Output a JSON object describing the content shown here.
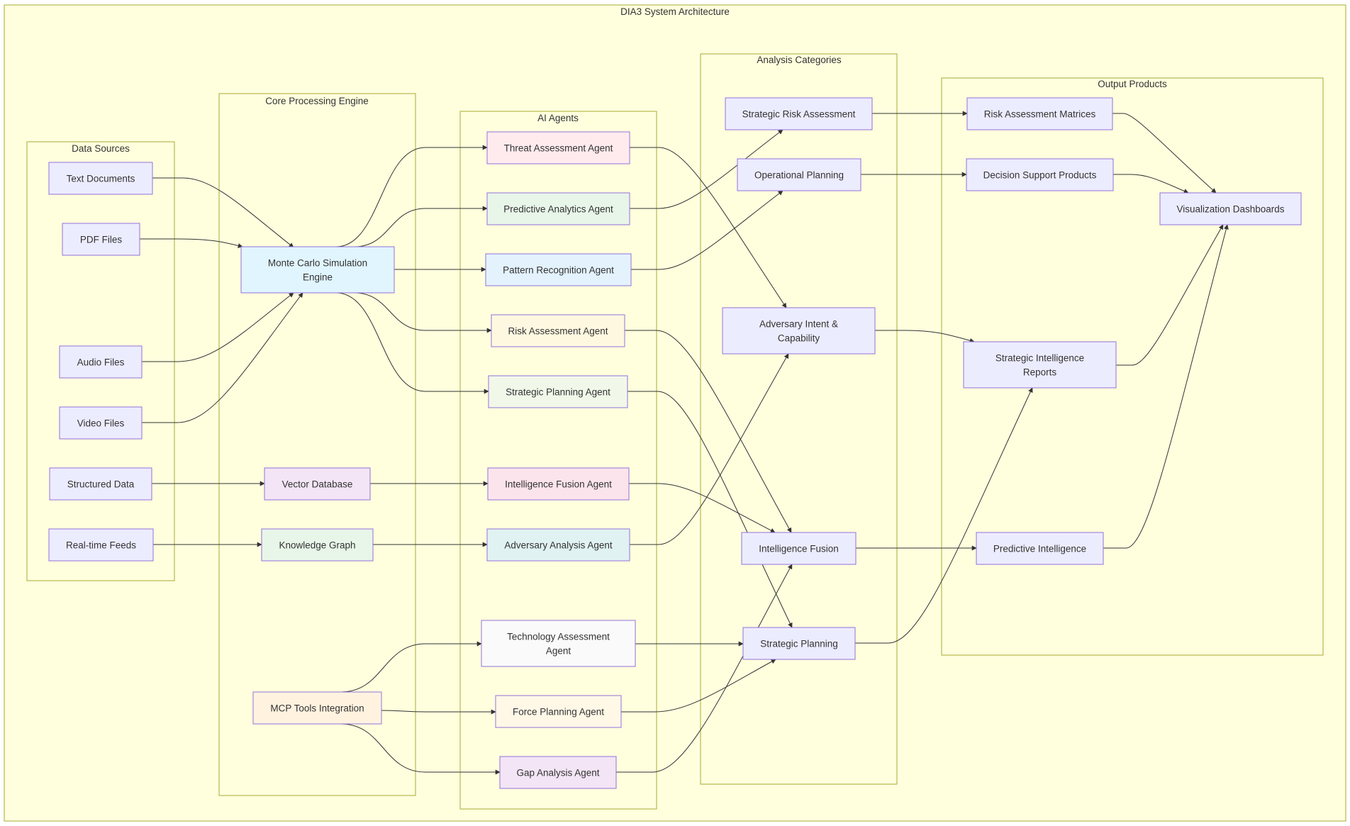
{
  "diagram": {
    "title": "DIA3 System Architecture",
    "clusters": [
      {
        "id": "sources",
        "label": "Data Sources"
      },
      {
        "id": "core",
        "label": "Core Processing Engine"
      },
      {
        "id": "agents",
        "label": "AI Agents"
      },
      {
        "id": "analysis",
        "label": "Analysis Categories"
      },
      {
        "id": "outputs",
        "label": "Output Products"
      }
    ],
    "nodes": [
      {
        "id": "text_docs",
        "lines": [
          "Text Documents"
        ],
        "fill": "#ececff"
      },
      {
        "id": "pdf_files",
        "lines": [
          "PDF Files"
        ],
        "fill": "#ececff"
      },
      {
        "id": "audio_files",
        "lines": [
          "Audio Files"
        ],
        "fill": "#ececff"
      },
      {
        "id": "video_files",
        "lines": [
          "Video Files"
        ],
        "fill": "#ececff"
      },
      {
        "id": "structured_data",
        "lines": [
          "Structured Data"
        ],
        "fill": "#ececff"
      },
      {
        "id": "realtime_feeds",
        "lines": [
          "Real-time Feeds"
        ],
        "fill": "#ececff"
      },
      {
        "id": "monte_carlo",
        "lines": [
          "Monte Carlo Simulation",
          "Engine"
        ],
        "fill": "#e1f5fe"
      },
      {
        "id": "vector_db",
        "lines": [
          "Vector Database"
        ],
        "fill": "#f3e5f5"
      },
      {
        "id": "knowledge_graph",
        "lines": [
          "Knowledge Graph"
        ],
        "fill": "#e8f5e9"
      },
      {
        "id": "mcp_tools",
        "lines": [
          "MCP Tools Integration"
        ],
        "fill": "#fff3e0"
      },
      {
        "id": "threat_agent",
        "lines": [
          "Threat Assessment Agent"
        ],
        "fill": "#ffebee"
      },
      {
        "id": "predictive_agent",
        "lines": [
          "Predictive Analytics Agent"
        ],
        "fill": "#e8f5e9"
      },
      {
        "id": "pattern_agent",
        "lines": [
          "Pattern Recognition Agent"
        ],
        "fill": "#e3f2fd"
      },
      {
        "id": "risk_agent",
        "lines": [
          "Risk Assessment Agent"
        ],
        "fill": "#fff8e1"
      },
      {
        "id": "strategic_agent",
        "lines": [
          "Strategic Planning Agent"
        ],
        "fill": "#f1f8e9"
      },
      {
        "id": "fusion_agent",
        "lines": [
          "Intelligence Fusion Agent"
        ],
        "fill": "#fce4ec"
      },
      {
        "id": "adversary_agent",
        "lines": [
          "Adversary Analysis Agent"
        ],
        "fill": "#e0f2f1"
      },
      {
        "id": "tech_agent",
        "lines": [
          "Technology Assessment",
          "Agent"
        ],
        "fill": "#fafafa"
      },
      {
        "id": "force_agent",
        "lines": [
          "Force Planning Agent"
        ],
        "fill": "#fff8e7"
      },
      {
        "id": "gap_agent",
        "lines": [
          "Gap Analysis Agent"
        ],
        "fill": "#f3e5f5"
      },
      {
        "id": "strat_risk",
        "lines": [
          "Strategic Risk Assessment"
        ],
        "fill": "#ececff"
      },
      {
        "id": "op_planning",
        "lines": [
          "Operational Planning"
        ],
        "fill": "#ececff"
      },
      {
        "id": "adv_intent",
        "lines": [
          "Adversary Intent &",
          "Capability"
        ],
        "fill": "#ececff"
      },
      {
        "id": "intel_fusion",
        "lines": [
          "Intelligence Fusion"
        ],
        "fill": "#ececff"
      },
      {
        "id": "strat_planning",
        "lines": [
          "Strategic Planning"
        ],
        "fill": "#ececff"
      },
      {
        "id": "risk_matrices",
        "lines": [
          "Risk Assessment Matrices"
        ],
        "fill": "#ececff"
      },
      {
        "id": "decision_support",
        "lines": [
          "Decision Support Products"
        ],
        "fill": "#ececff"
      },
      {
        "id": "strat_reports",
        "lines": [
          "Strategic Intelligence",
          "Reports"
        ],
        "fill": "#ececff"
      },
      {
        "id": "predictive_intel",
        "lines": [
          "Predictive Intelligence"
        ],
        "fill": "#ececff"
      },
      {
        "id": "viz_dashboards",
        "lines": [
          "Visualization Dashboards"
        ],
        "fill": "#ececff"
      }
    ],
    "edges": [
      {
        "from": "text_docs",
        "to": "monte_carlo"
      },
      {
        "from": "pdf_files",
        "to": "monte_carlo"
      },
      {
        "from": "audio_files",
        "to": "monte_carlo"
      },
      {
        "from": "video_files",
        "to": "monte_carlo"
      },
      {
        "from": "structured_data",
        "to": "vector_db"
      },
      {
        "from": "realtime_feeds",
        "to": "knowledge_graph"
      },
      {
        "from": "monte_carlo",
        "to": "threat_agent"
      },
      {
        "from": "monte_carlo",
        "to": "predictive_agent"
      },
      {
        "from": "monte_carlo",
        "to": "pattern_agent"
      },
      {
        "from": "monte_carlo",
        "to": "risk_agent"
      },
      {
        "from": "monte_carlo",
        "to": "strategic_agent"
      },
      {
        "from": "vector_db",
        "to": "fusion_agent"
      },
      {
        "from": "knowledge_graph",
        "to": "adversary_agent"
      },
      {
        "from": "mcp_tools",
        "to": "tech_agent"
      },
      {
        "from": "mcp_tools",
        "to": "force_agent"
      },
      {
        "from": "mcp_tools",
        "to": "gap_agent"
      },
      {
        "from": "threat_agent",
        "to": "adv_intent"
      },
      {
        "from": "predictive_agent",
        "to": "strat_risk"
      },
      {
        "from": "pattern_agent",
        "to": "op_planning"
      },
      {
        "from": "risk_agent",
        "to": "intel_fusion"
      },
      {
        "from": "strategic_agent",
        "to": "strat_planning"
      },
      {
        "from": "fusion_agent",
        "to": "intel_fusion"
      },
      {
        "from": "adversary_agent",
        "to": "adv_intent"
      },
      {
        "from": "tech_agent",
        "to": "strat_planning"
      },
      {
        "from": "force_agent",
        "to": "strat_planning"
      },
      {
        "from": "gap_agent",
        "to": "intel_fusion"
      },
      {
        "from": "strat_risk",
        "to": "risk_matrices"
      },
      {
        "from": "op_planning",
        "to": "decision_support"
      },
      {
        "from": "adv_intent",
        "to": "strat_reports"
      },
      {
        "from": "intel_fusion",
        "to": "predictive_intel"
      },
      {
        "from": "strat_planning",
        "to": "strat_reports"
      },
      {
        "from": "risk_matrices",
        "to": "viz_dashboards"
      },
      {
        "from": "decision_support",
        "to": "viz_dashboards"
      },
      {
        "from": "strat_reports",
        "to": "viz_dashboards"
      },
      {
        "from": "predictive_intel",
        "to": "viz_dashboards"
      }
    ]
  }
}
